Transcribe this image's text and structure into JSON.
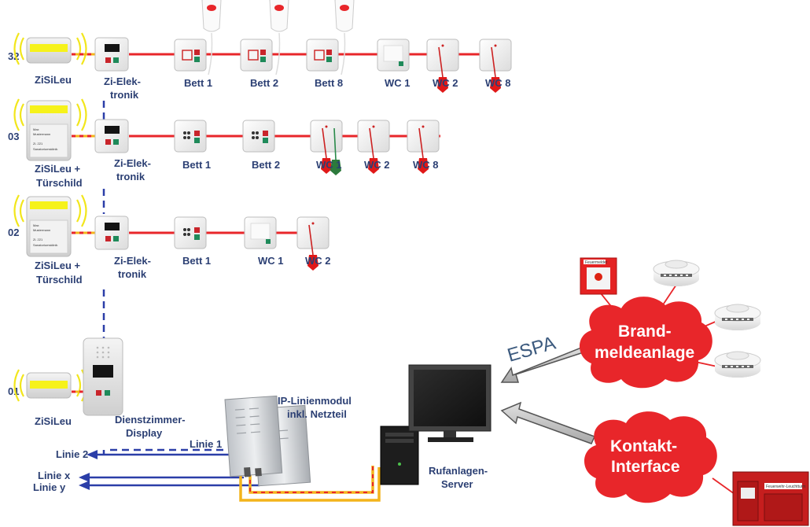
{
  "rooms": [
    {
      "number": "32",
      "lamp_label": "ZiSiLeu",
      "electronics_label": [
        "Zi-Elek-",
        "tronik"
      ],
      "devices": [
        "Bett 1",
        "Bett 2",
        "Bett 8",
        "WC 1",
        "WC 2",
        "WC 8"
      ]
    },
    {
      "number": "03",
      "lamp_label": [
        "ZiSiLeu +",
        "Türschild"
      ],
      "electronics_label": [
        "Zi-Elek-",
        "tronik"
      ],
      "devices": [
        "Bett 1",
        "Bett 2",
        "WC 1",
        "WC 2",
        "WC 8"
      ]
    },
    {
      "number": "02",
      "lamp_label": [
        "ZiSiLeu +",
        "Türschild"
      ],
      "electronics_label": [
        "Zi-Elek-",
        "tronik"
      ],
      "devices": [
        "Bett 1",
        "WC 1",
        "WC 2"
      ]
    },
    {
      "number": "01",
      "lamp_label": "ZiSiLeu",
      "display_label": [
        "Dienstzimmer-",
        "Display"
      ]
    }
  ],
  "doorplate_text": [
    "Max",
    "Mustermann",
    "Zi. 221",
    "Sanatoriumsklinik"
  ],
  "lines": {
    "linie1": "Linie 1",
    "linie2": "Linie 2",
    "linie_x": "Linie x",
    "linie_y": "Linie y"
  },
  "ip_module_label": [
    "IP-Linienmodul",
    "inkl. Netzteil"
  ],
  "server_label": [
    "Rufanlagen-",
    "Server"
  ],
  "espa_label": "ESPA",
  "fire_alarm_label": [
    "Brand-",
    "meldeanlage"
  ],
  "contact_interface_label": [
    "Kontakt-",
    "Interface"
  ],
  "fire_button_label": "Feuermelder",
  "panel_label": "Feuerwehr-Leuchtturm",
  "colors": {
    "red_line": "#e8262a",
    "yellow_line": "#f3b41b",
    "blue_line": "#2b3ea8",
    "label_blue": "#2b3f73",
    "cloud_red": "#e8262a",
    "lamp_yellow": "#f6f21a"
  }
}
